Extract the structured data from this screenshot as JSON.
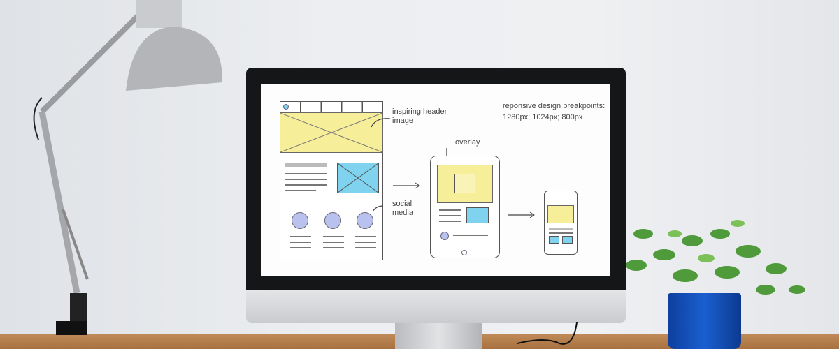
{
  "screen": {
    "notes": {
      "header": "inspiring header image",
      "breakpoints_title": "reponsive design breakpoints:",
      "breakpoints_values": "1280px; 1024px; 800px",
      "overlay": "overlay",
      "social": "social media"
    }
  },
  "colors": {
    "wireframe_yellow": "#f7ee9a",
    "wireframe_blue": "#7fd3ef",
    "wireframe_circle": "#b9c2ee",
    "pot": "#1a5fd0"
  }
}
